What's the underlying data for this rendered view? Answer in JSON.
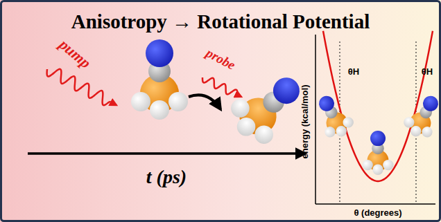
{
  "diagram": {
    "title": "Anisotropy → Rotational Potential",
    "labels": [
      "pump",
      "probe",
      "t (ps)",
      "energy (kcal/mol)",
      "θ (degrees)",
      "θH",
      "θH"
    ]
  }
}
